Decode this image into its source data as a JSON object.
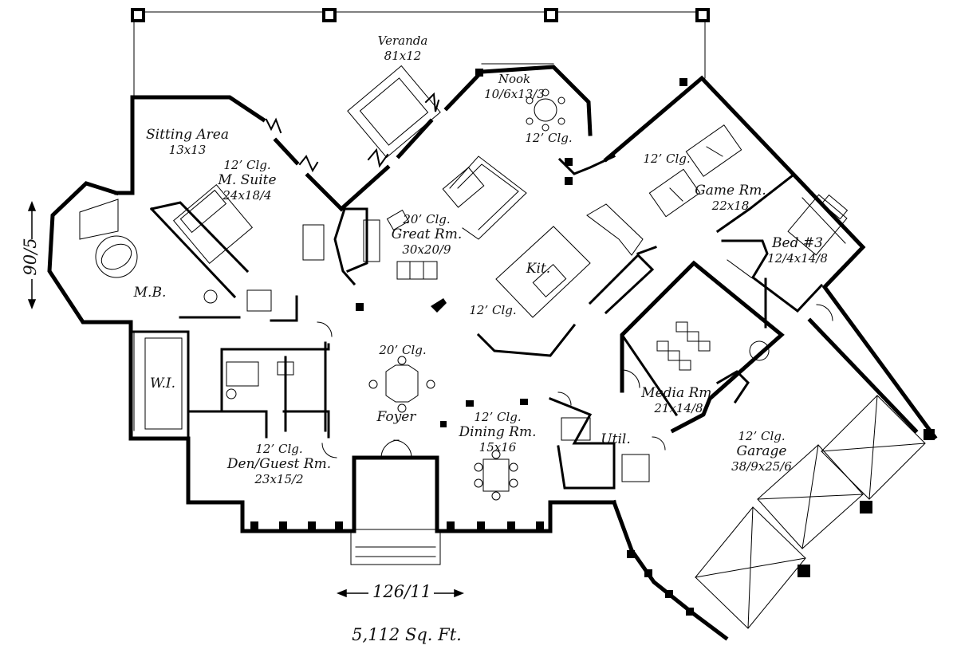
{
  "plan": {
    "total_area": "5,112 Sq. Ft.",
    "overall_width": "126/11",
    "overall_depth": "90/5",
    "rooms": {
      "veranda": {
        "name": "Veranda",
        "size": "81x12"
      },
      "nook": {
        "name": "Nook",
        "size": "10/6x13/3"
      },
      "nook_clg": "12’ Clg.",
      "sitting": {
        "name": "Sitting Area",
        "size": "13x13"
      },
      "suite": {
        "clg": "12’ Clg.",
        "name": "M. Suite",
        "size": "24x18/4"
      },
      "great": {
        "clg": "20’ Clg.",
        "name": "Great Rm.",
        "size": "30x20/9"
      },
      "kitchen": {
        "name": "Kit."
      },
      "kitchen_clg": "12’ Clg.",
      "game": {
        "name": "Game Rm.",
        "size": "22x18"
      },
      "game_clg": "12’ Clg.",
      "bed3": {
        "name": "Bed #3",
        "size": "12/4x14/8"
      },
      "mb": {
        "name": "M.B."
      },
      "wi": {
        "name": "W.I."
      },
      "foyer": {
        "clg": "20’ Clg.",
        "name": "Foyer"
      },
      "dining": {
        "clg": "12’ Clg.",
        "name": "Dining Rm.",
        "size": "15x16"
      },
      "den": {
        "clg": "12’ Clg.",
        "name": "Den/Guest Rm.",
        "size": "23x15/2"
      },
      "media": {
        "name": "Media Rm.",
        "size": "21x14/8"
      },
      "util": {
        "name": "Util."
      },
      "garage": {
        "clg": "12’ Clg.",
        "name": "Garage",
        "size": "38/9x25/6"
      }
    }
  }
}
